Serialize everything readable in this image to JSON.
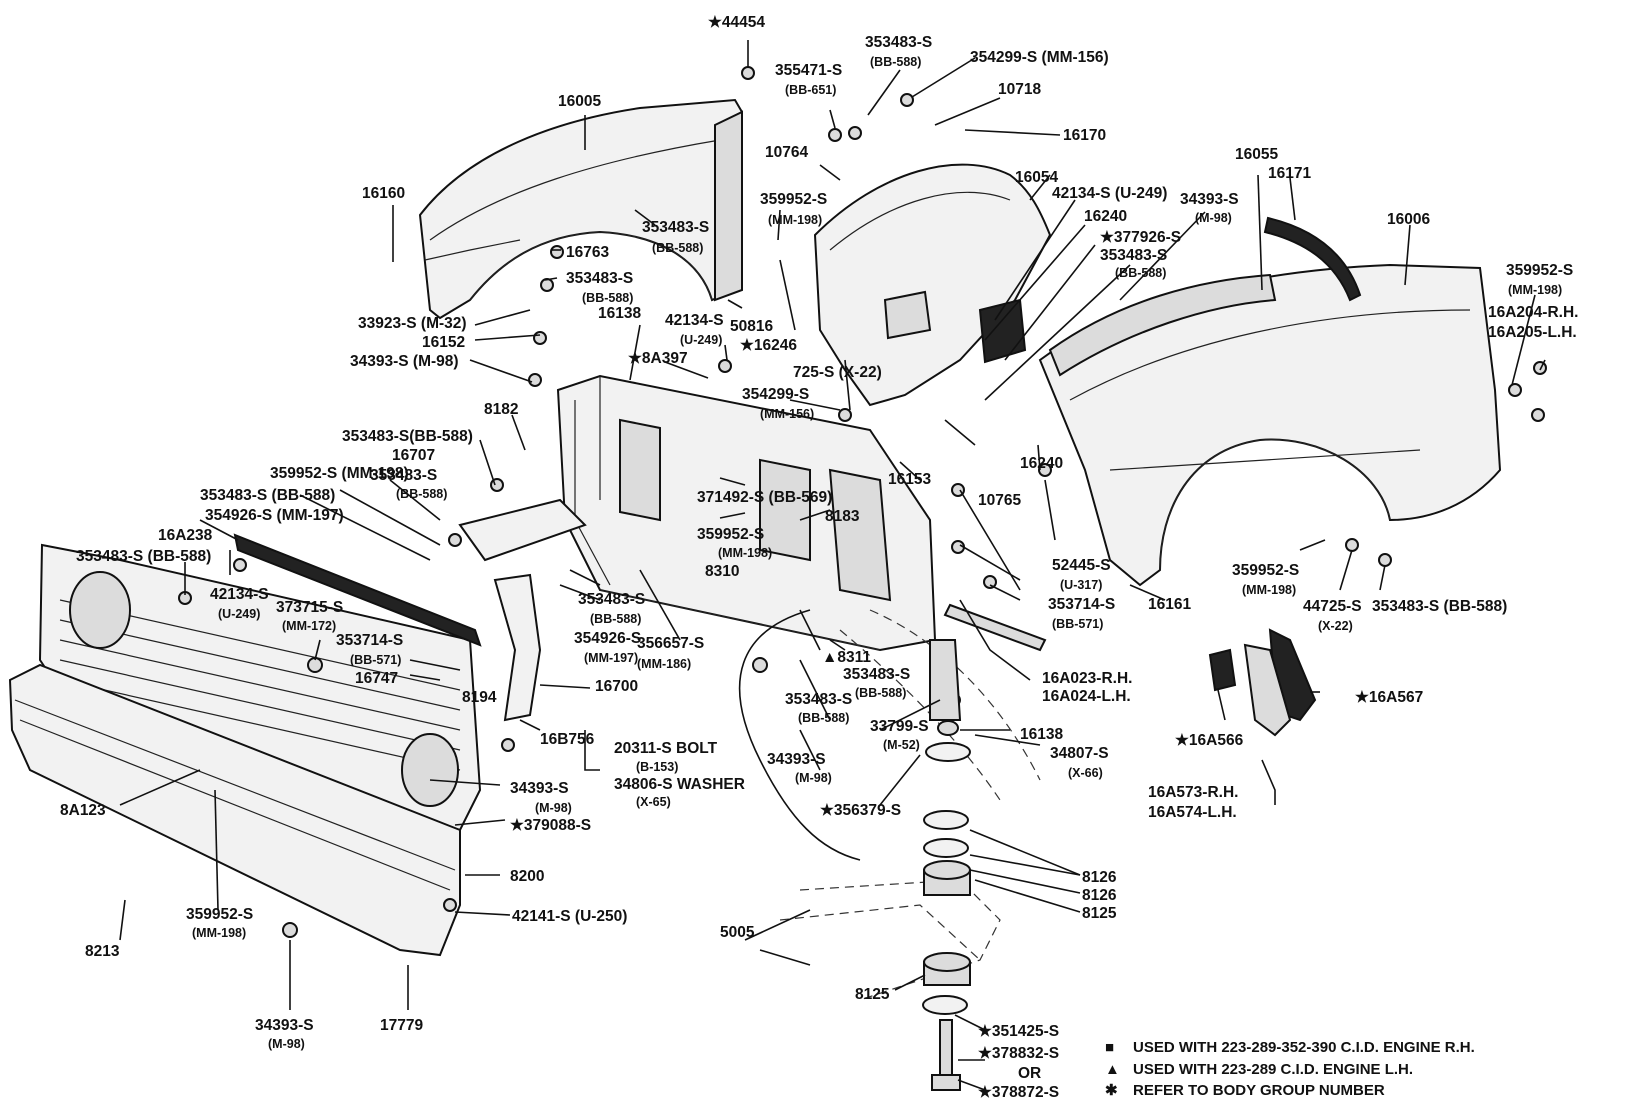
{
  "labels": [
    {
      "t": "★44454"
    },
    {
      "t": "353483-S"
    },
    {
      "t": "(BB-588)"
    },
    {
      "t": "355471-S"
    },
    {
      "t": "(BB-651)"
    },
    {
      "t": "354299-S (MM-156)"
    },
    {
      "t": "10718"
    },
    {
      "t": "16170"
    },
    {
      "t": "16005"
    },
    {
      "t": "10764"
    },
    {
      "t": "16054"
    },
    {
      "t": "16055"
    },
    {
      "t": "16171"
    },
    {
      "t": "16006"
    },
    {
      "t": "16160"
    },
    {
      "t": "359952-S"
    },
    {
      "t": "(MM-198)"
    },
    {
      "t": "42134-S (U-249)"
    },
    {
      "t": "34393-S"
    },
    {
      "t": "(M-98)"
    },
    {
      "t": "16240"
    },
    {
      "t": "★377926-S"
    },
    {
      "t": "353483-S"
    },
    {
      "t": "(BB-588)"
    },
    {
      "t": "353483-S"
    },
    {
      "t": "(BB-588)"
    },
    {
      "t": "16763"
    },
    {
      "t": "353483-S"
    },
    {
      "t": "(BB-588)"
    },
    {
      "t": "359952-S"
    },
    {
      "t": "(MM-198)"
    },
    {
      "t": "16A204-R.H."
    },
    {
      "t": "16A205-L.H."
    },
    {
      "t": "33923-S (M-32)"
    },
    {
      "t": "16152"
    },
    {
      "t": "50816"
    },
    {
      "t": "16138"
    },
    {
      "t": "42134-S"
    },
    {
      "t": "(U-249)"
    },
    {
      "t": "★16246"
    },
    {
      "t": "★8A397"
    },
    {
      "t": "34393-S (M-98)"
    },
    {
      "t": "725-S (X-22)"
    },
    {
      "t": "354299-S"
    },
    {
      "t": "(MM-156)"
    },
    {
      "t": "8182"
    },
    {
      "t": "353483-S(BB-588)"
    },
    {
      "t": "16707"
    },
    {
      "t": "359952-S (MM-198)"
    },
    {
      "t": "353483-S (BB-588)"
    },
    {
      "t": "354926-S (MM-197)"
    },
    {
      "t": "16A238"
    },
    {
      "t": "353483-S (BB-588)"
    },
    {
      "t": "16153"
    },
    {
      "t": "10765"
    },
    {
      "t": "16240"
    },
    {
      "t": "353483-S"
    },
    {
      "t": "(BB-588)"
    },
    {
      "t": "371492-S (BB-569)"
    },
    {
      "t": "8183"
    },
    {
      "t": "359952-S"
    },
    {
      "t": "(MM-198)"
    },
    {
      "t": "8310"
    },
    {
      "t": "52445-S"
    },
    {
      "t": "(U-317)"
    },
    {
      "t": "353714-S"
    },
    {
      "t": "(BB-571)"
    },
    {
      "t": "16161"
    },
    {
      "t": "359952-S"
    },
    {
      "t": "(MM-198)"
    },
    {
      "t": "44725-S"
    },
    {
      "t": "(X-22)"
    },
    {
      "t": "353483-S (BB-588)"
    },
    {
      "t": "42134-S"
    },
    {
      "t": "(U-249)"
    },
    {
      "t": "373715-S"
    },
    {
      "t": "(MM-172)"
    },
    {
      "t": "353483-S"
    },
    {
      "t": "(BB-588)"
    },
    {
      "t": "354926-S"
    },
    {
      "t": "(MM-197)"
    },
    {
      "t": "356657-S"
    },
    {
      "t": "(MM-186)"
    },
    {
      "t": "353714-S"
    },
    {
      "t": "(BB-571)"
    },
    {
      "t": "16747"
    },
    {
      "t": "8194"
    },
    {
      "t": "16700"
    },
    {
      "t": "▲8311"
    },
    {
      "t": "353483-S"
    },
    {
      "t": "(BB-588)"
    },
    {
      "t": "16A023-R.H."
    },
    {
      "t": "16A024-L.H."
    },
    {
      "t": "★16A567"
    },
    {
      "t": "★16A566"
    },
    {
      "t": "16B756"
    },
    {
      "t": "20311-S BOLT"
    },
    {
      "t": "(B-153)"
    },
    {
      "t": "34806-S WASHER"
    },
    {
      "t": "(X-65)"
    },
    {
      "t": "353483-S"
    },
    {
      "t": "(BB-588)"
    },
    {
      "t": "33799-S"
    },
    {
      "t": "(M-52)"
    },
    {
      "t": "16138"
    },
    {
      "t": "34807-S"
    },
    {
      "t": "(X-66)"
    },
    {
      "t": "34393-S"
    },
    {
      "t": "(M-98)"
    },
    {
      "t": "34393-S"
    },
    {
      "t": "(M-98)"
    },
    {
      "t": "8A123"
    },
    {
      "t": "★379088-S"
    },
    {
      "t": "★356379-S"
    },
    {
      "t": "16A573-R.H."
    },
    {
      "t": "16A574-L.H."
    },
    {
      "t": "8200"
    },
    {
      "t": "8126"
    },
    {
      "t": "8126"
    },
    {
      "t": "8125"
    },
    {
      "t": "359952-S"
    },
    {
      "t": "(MM-198)"
    },
    {
      "t": "42141-S  (U-250)"
    },
    {
      "t": "8213"
    },
    {
      "t": "5005"
    },
    {
      "t": "8125"
    },
    {
      "t": "34393-S"
    },
    {
      "t": "(M-98)"
    },
    {
      "t": "17779"
    },
    {
      "t": "★351425-S"
    },
    {
      "t": "★378832-S"
    },
    {
      "t": "OR"
    },
    {
      "t": "★378872-S"
    }
  ],
  "legend": [
    {
      "symbol": "■",
      "text": "USED WITH 223-289-352-390 C.I.D. ENGINE R.H."
    },
    {
      "symbol": "▲",
      "text": "USED WITH 223-289 C.I.D. ENGINE L.H."
    },
    {
      "symbol": "✱",
      "text": "REFER TO BODY GROUP NUMBER"
    }
  ]
}
